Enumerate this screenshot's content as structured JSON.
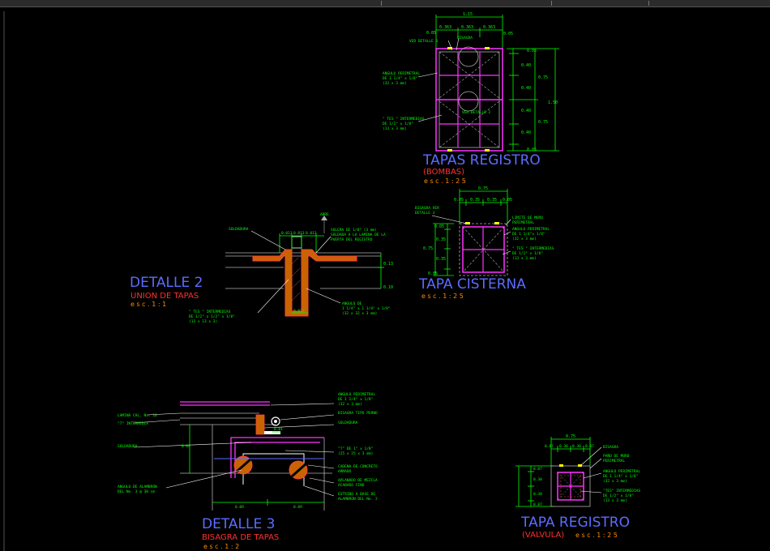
{
  "titles": {
    "tapas_registro": "TAPAS  REGISTRO",
    "tapas_registro_sub": "(BOMBAS)",
    "tapas_registro_scale": "e s c .   1 : 2 5",
    "tapa_cisterna": "TAPA  CISTERNA",
    "tapa_cisterna_scale": "e s c .   1 : 2 5",
    "detalle2": "DETALLE  2",
    "detalle2_sub": "UNION  DE  TAPAS",
    "detalle2_scale": "e s c .   1 : 1",
    "detalle3": "DETALLE  3",
    "detalle3_sub": "BISAGRA  DE  TAPAS",
    "detalle3_scale": "e s c .   1 : 2",
    "tapa_registro": "TAPA  REGISTRO",
    "tapa_registro_sub": "(VALVULA)",
    "tapa_registro_scale": "e s c .   1 : 2 5"
  },
  "dims": {
    "tr_total_w": "1.15",
    "tr_w1": "0.363",
    "tr_w2": "0.363",
    "tr_w3": "0.363",
    "tr_left": "0.05",
    "tr_h1": "0.05",
    "tr_h2": "0.40",
    "tr_h3": "0.40",
    "tr_h4": "0.40",
    "tr_h5": "0.40",
    "tr_h6": "0.05",
    "tr_r1": "0.75",
    "tr_r2": "0.75",
    "tr_total_h": "1.50",
    "tc_total": "0.75",
    "tc_a": "0.05",
    "tc_b": "0.35",
    "tc_c": "0.35",
    "tc_d": "0.05",
    "tc_h1": "0.05",
    "tc_h2": "0.35",
    "tc_h3": "0.35",
    "tc_h4": "0.05",
    "tc_htot": "0.75",
    "d2_a": "0.013",
    "d2_b": "0.013",
    "d2_c": "0.013",
    "d2_d": "0.13",
    "d2_e": "0.10",
    "d2_f": "0.013",
    "d3_a": "0.01",
    "d3_b": "0.09",
    "d3_c": "0.09",
    "d3_d": "0.09",
    "trv_total": "0.75",
    "trv_a": "0.07",
    "trv_b": "0.30",
    "trv_c": "0.30",
    "trv_d": "0.07",
    "trv_h1": "0.07",
    "trv_h2": "0.30",
    "trv_h3": "0.30",
    "trv_h4": "0.07"
  },
  "notes": {
    "tr_ver_detalle": "VER DETALLE 3",
    "tr_bisagra": "BISAGRA",
    "tr_angulo": [
      "ANGULO PERIMETRAL",
      "DE 1 1/4\" x 1/8\"",
      "(32 x 3 mm)"
    ],
    "tr_ver_detalle2": "VER DETALLE 2",
    "tr_tes": [
      "\" TES \" INTERMEDIAS",
      "DE 1/2\" x 1/8\"",
      "(13 x 3 mm)"
    ],
    "tc_bisagra": [
      "BISAGRA VER",
      "DETALLE 3"
    ],
    "tc_limite": [
      "LIMITE DE MURO",
      "PERIMETRAL"
    ],
    "tc_angulo": [
      "ANGULO PERIMETRAL",
      "DE 1 1/4\"x 1/8\"",
      "(32 x 3 mm)"
    ],
    "tc_tes": [
      "\" TES \" INTERMEDIAS",
      "DE 1/2\" x 1/8\"",
      "(13 x 3 mm)"
    ],
    "d2_abre": "ABRE",
    "d2_soldadura": "SOLDADURA",
    "d2_solera": [
      "SOLERA DE 1/8\" (3 mm)",
      "SOLDADA A LA LAMINA DE LA",
      "PUERTA DEL REGISTRO"
    ],
    "d2_angulo": [
      "ANGULO DE",
      "1 1/4\" x 1 1/4\" x 1/8\"",
      "(32 x 32 x 3 mm)"
    ],
    "d2_tes": [
      "\" TES \" INTERMEDIAS",
      "DE 1/2\" x 1/2\" x 1/8\"",
      "(13 x 13 x 3)"
    ],
    "d3_lamina": "LAMINA CAL. No. 18",
    "d3_t": "\"T\" INTERMEDIA",
    "d3_soldadura": "SOLDADURA",
    "d3_angulo_alambron": [
      "ANGULO DE ALAMBRON",
      "DEL No. 3 @ 30 cm"
    ],
    "d3_angulo_per": [
      "ANGULO PERIMETRAL",
      "DE 1 1/4\" x 1/8\"",
      "(32 x 3 mm)"
    ],
    "d3_bisagra": "BISAGRA TIPO PERNO",
    "d3_soldadura2": "SOLDADURA",
    "d3_t2": [
      "\"T\" DE 1\" x 1/8\"",
      "(25 x 25 x 3 mm)"
    ],
    "d3_cadena": [
      "CADENA DE CONCRETO",
      "ARMADO"
    ],
    "d3_aplanado": [
      "APLANADO DE MEZCLA",
      "ACABADO FINO"
    ],
    "d3_estribo": [
      "ESTRIBO A BASE DE",
      "ALAMBRON DEL No. 2"
    ],
    "trv_bisagra": "BISAGRA",
    "trv_pano": [
      "PAÑO DE MURO",
      "PERIMETRAL"
    ],
    "trv_angulo": [
      "ANGULO PERIMETRAL",
      "DE 1 1/4\" x 1/8\"",
      "(32 x 3 mm)"
    ],
    "trv_tes": [
      "\"TES\" INTERMEDIAS",
      "DE 1/2\" x 1/8\"",
      "(13 x 3 mm)"
    ]
  },
  "colors": {
    "background": "#000000",
    "title_blue": "#5b6cff",
    "subtitle_red": "#ff3030",
    "scale_orange": "#ff8c00",
    "dim_green": "#00ff00",
    "frame_magenta": "#ff33ff",
    "line_white": "#ffffff",
    "line_gray": "#b0b0b0",
    "section_red": "#ff4040",
    "yellow": "#ffff00",
    "fill_orange": "#c86400"
  }
}
